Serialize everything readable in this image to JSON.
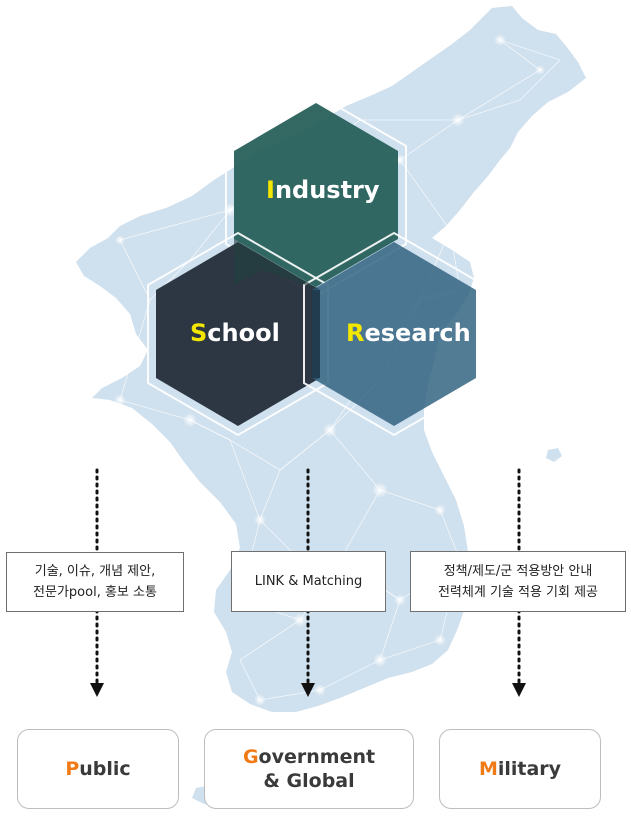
{
  "hexagons": {
    "industry": {
      "initial": "I",
      "rest": "ndustry"
    },
    "school": {
      "initial": "S",
      "rest": "chool"
    },
    "research": {
      "initial": "R",
      "rest": "esearch"
    }
  },
  "info_boxes": {
    "left": {
      "line1": "기술, 이슈, 개념 제안,",
      "line2": "전문가pool, 홍보 소통"
    },
    "center": {
      "line1": "LINK & Matching"
    },
    "right": {
      "line1": "정책/제도/군 적용방안 안내",
      "line2": "전력체계 기술 적용 기회 제공"
    }
  },
  "targets": {
    "public": {
      "initial": "P",
      "rest": "ublic"
    },
    "government": {
      "initial": "G",
      "rest": "overnment",
      "line2": "& Global"
    },
    "military": {
      "initial": "M",
      "rest": "ilitary"
    }
  },
  "colors": {
    "industry_hex": "#265f59",
    "school_hex": "#26303b",
    "research_hex": "#2c5e7c",
    "label_initial": "#f3e600",
    "target_initial": "#f07b16",
    "map_fill": "#cfe0ee"
  }
}
